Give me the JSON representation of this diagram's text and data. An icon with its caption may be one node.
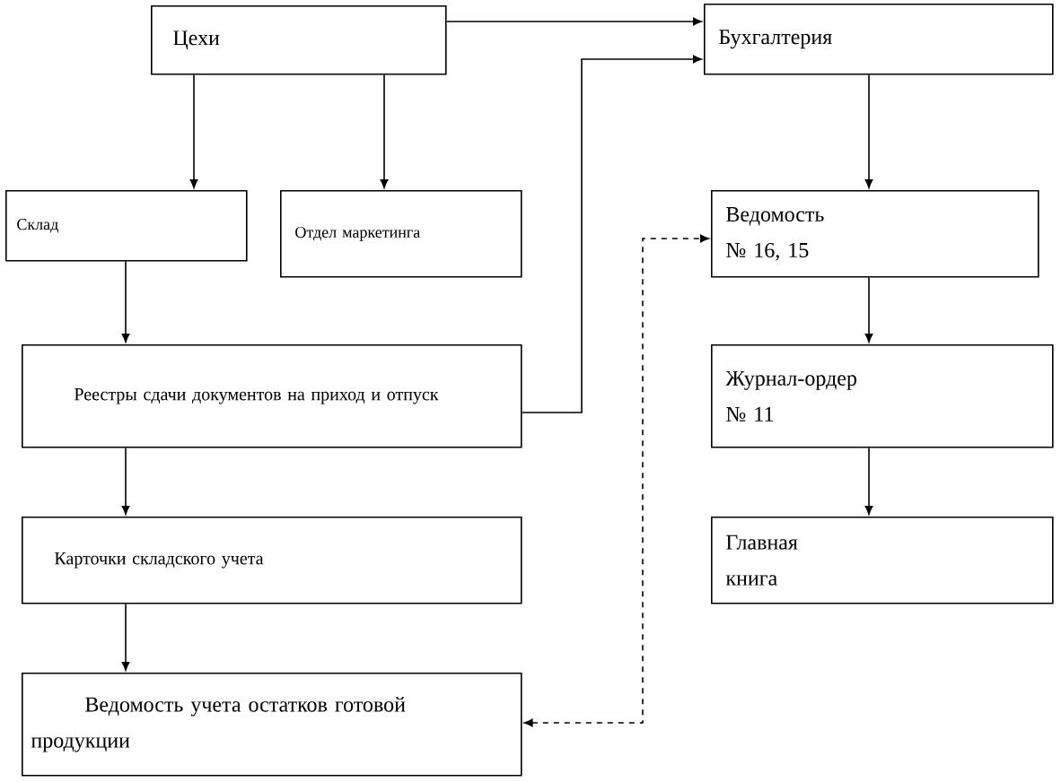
{
  "diagram": {
    "nodes": [
      {
        "text": [
          "Цехи"
        ]
      },
      {
        "text": [
          "Бухгалтерия"
        ]
      },
      {
        "text": [
          "Склад"
        ]
      },
      {
        "text": [
          "Отдел маркетинга"
        ]
      },
      {
        "text": [
          "Реестры сдачи документов на приход и отпуск"
        ]
      },
      {
        "text": [
          "Ведомость № 16, 15"
        ]
      },
      {
        "text": [
          "Журнал-ордер № 11"
        ]
      },
      {
        "text": [
          "Карточки складского учета"
        ]
      },
      {
        "text": [
          "Ведомость учета остатков готовой продукции"
        ]
      },
      {
        "text": [
          "Главная книга"
        ]
      }
    ],
    "edges": [
      {
        "from": 0,
        "to": 1,
        "arrow": "to"
      },
      {
        "from": 0,
        "to": 2,
        "arrow": "to"
      },
      {
        "from": 0,
        "to": 3,
        "arrow": "to"
      },
      {
        "from": 2,
        "to": 4,
        "arrow": "to"
      },
      {
        "from": 4,
        "to": 1,
        "arrow": "to"
      },
      {
        "from": 4,
        "to": 7,
        "arrow": "to"
      },
      {
        "from": 7,
        "to": 8,
        "arrow": "to"
      },
      {
        "from": 1,
        "to": 5,
        "arrow": "to"
      },
      {
        "from": 5,
        "to": 6,
        "arrow": "to"
      },
      {
        "from": 6,
        "to": 9,
        "arrow": "to"
      },
      {
        "from": 8,
        "to": 5,
        "arrow": "both",
        "style": "dashed"
      }
    ]
  }
}
